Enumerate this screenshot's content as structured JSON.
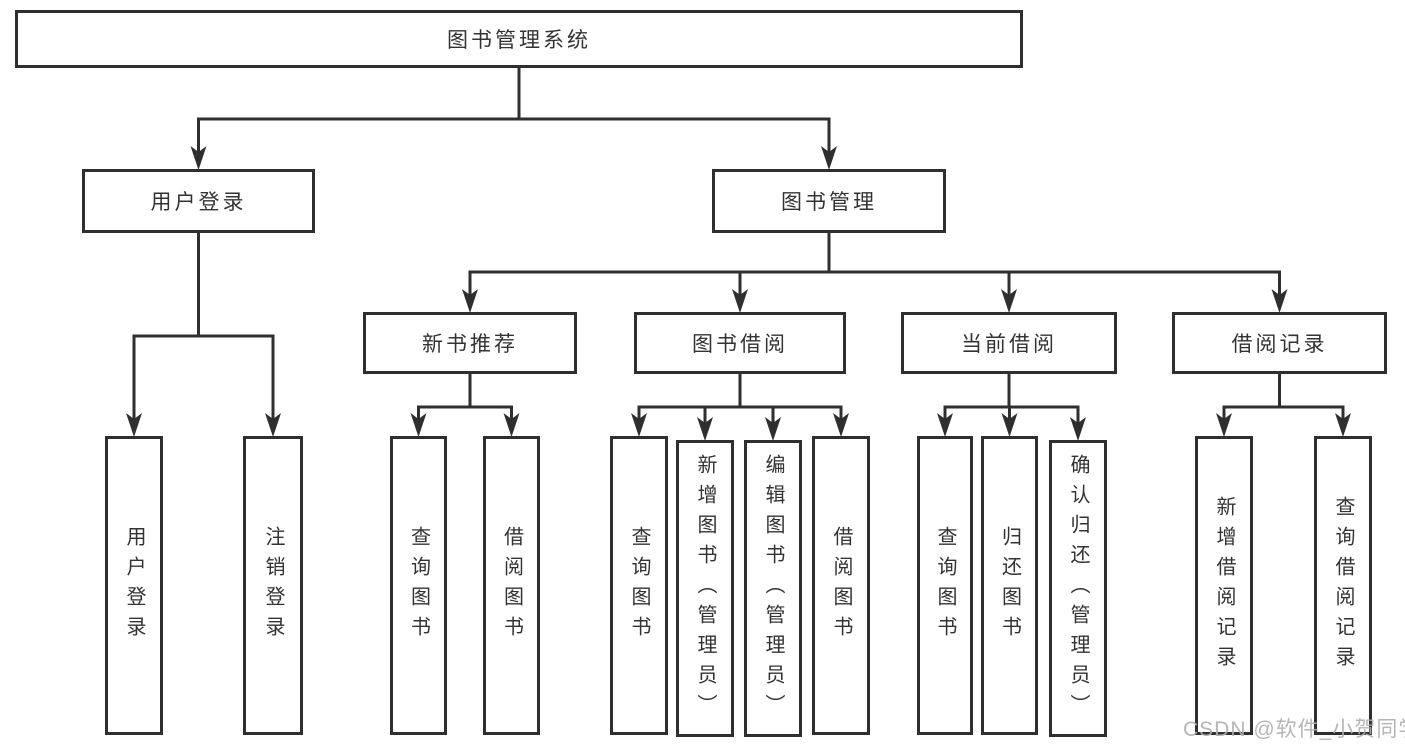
{
  "diagram": {
    "title": "图书管理系统",
    "nodes": [
      {
        "id": "root",
        "label": "图书管理系统",
        "parent": null,
        "writing": "horizontal"
      },
      {
        "id": "login",
        "label": "用户登录",
        "parent": "root",
        "writing": "horizontal"
      },
      {
        "id": "bookmgmt",
        "label": "图书管理",
        "parent": "root",
        "writing": "horizontal"
      },
      {
        "id": "userlogin",
        "label": "用户登录",
        "parent": "login",
        "writing": "vertical"
      },
      {
        "id": "logout",
        "label": "注销登录",
        "parent": "login",
        "writing": "vertical"
      },
      {
        "id": "newrec",
        "label": "新书推荐",
        "parent": "bookmgmt",
        "writing": "horizontal"
      },
      {
        "id": "borrow",
        "label": "图书借阅",
        "parent": "bookmgmt",
        "writing": "horizontal"
      },
      {
        "id": "current",
        "label": "当前借阅",
        "parent": "bookmgmt",
        "writing": "horizontal"
      },
      {
        "id": "record",
        "label": "借阅记录",
        "parent": "bookmgmt",
        "writing": "horizontal"
      },
      {
        "id": "q1",
        "label": "查询图书",
        "parent": "newrec",
        "writing": "vertical"
      },
      {
        "id": "b1",
        "label": "借阅图书",
        "parent": "newrec",
        "writing": "vertical"
      },
      {
        "id": "q2",
        "label": "查询图书",
        "parent": "borrow",
        "writing": "vertical"
      },
      {
        "id": "add2",
        "label": "新增图书（管理员）",
        "parent": "borrow",
        "writing": "vertical"
      },
      {
        "id": "edit2",
        "label": "编辑图书（管理员）",
        "parent": "borrow",
        "writing": "vertical"
      },
      {
        "id": "b2",
        "label": "借阅图书",
        "parent": "borrow",
        "writing": "vertical"
      },
      {
        "id": "q3",
        "label": "查询图书",
        "parent": "current",
        "writing": "vertical"
      },
      {
        "id": "ret3",
        "label": "归还图书",
        "parent": "current",
        "writing": "vertical"
      },
      {
        "id": "conf3",
        "label": "确认归还（管理员）",
        "parent": "current",
        "writing": "vertical"
      },
      {
        "id": "addrec",
        "label": "新增借阅记录",
        "parent": "record",
        "writing": "vertical"
      },
      {
        "id": "qrec",
        "label": "查询借阅记录",
        "parent": "record",
        "writing": "vertical"
      }
    ],
    "colors": {
      "line": "#2f2f2f",
      "box_border": "#2f2f2f",
      "box_fill": "#ffffff",
      "text": "#333333",
      "background": "#ffffff",
      "watermark": "#b0b0b0"
    }
  },
  "watermark": {
    "text": "CSDN @软件_小贺同学"
  }
}
